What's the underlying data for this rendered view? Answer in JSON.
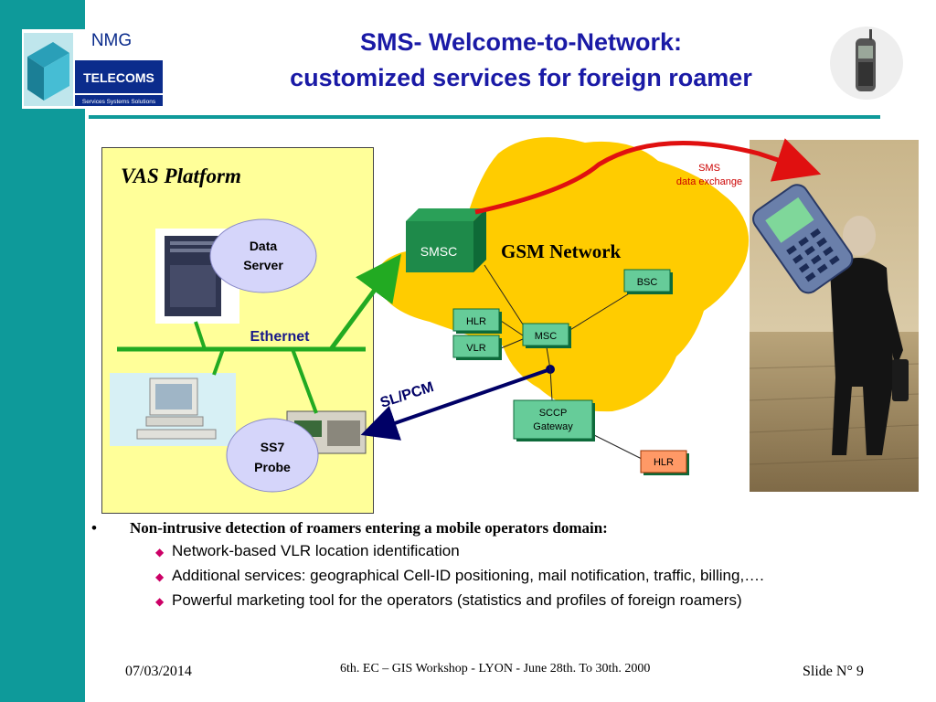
{
  "header": {
    "logo_text_top": "NMG",
    "logo_text_main": "TELECOMS",
    "logo_tagline": "Services Systems Solutions",
    "title_line1": "SMS- Welcome-to-Network:",
    "title_line2": "customized services for foreign roamer"
  },
  "diagram": {
    "vas_platform": "VAS Platform",
    "data_server_line1": "Data",
    "data_server_line2": "Server",
    "ethernet": "Ethernet",
    "ss7_line1": "SS7",
    "ss7_line2": "Probe",
    "sl_pcm": "SL/PCM",
    "smsc": "SMSC",
    "gsm_network": "GSM Network",
    "bsc": "BSC",
    "hlr": "HLR",
    "vlr": "VLR",
    "msc": "MSC",
    "sccp_line1": "SCCP",
    "sccp_line2": "Gateway",
    "hlr_foreign": "HLR",
    "sms_line1": "SMS",
    "sms_line2": "data exchange"
  },
  "bullets": {
    "main": "Non-intrusive detection of roamers entering a mobile operators domain:",
    "sub1": "Network-based VLR location identification",
    "sub2": "Additional services: geographical Cell-ID  positioning, mail notification, traffic, billing,….",
    "sub3": "Powerful marketing tool for the operators (statistics and profiles of foreign roamers)"
  },
  "footer": {
    "date": "07/03/2014",
    "event": "6th. EC – GIS Workshop  -  LYON  -  June 28th. To 30th. 2000",
    "slide": "Slide N° 9"
  },
  "colors": {
    "teal": "#0e9a9a",
    "title_blue": "#1a1aa6",
    "gsm_yellow": "#ffcc00",
    "vas_yellow": "#ffff99",
    "green_links": "#22aa22",
    "red_arrow": "#e01010",
    "navy_link": "#000066"
  }
}
